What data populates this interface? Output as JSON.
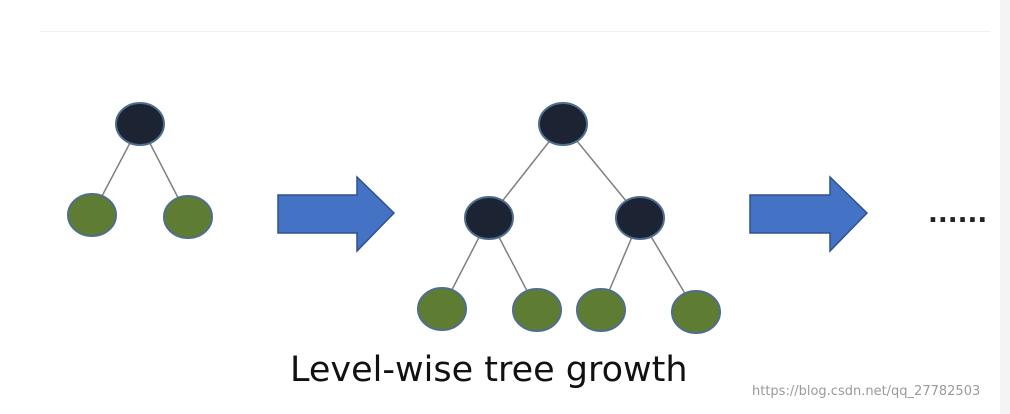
{
  "caption": "Level-wise tree growth",
  "continuation": "......",
  "watermark": "https://blog.csdn.net/qq_27782503",
  "colors": {
    "internal_node": "#1c2433",
    "leaf_node": "#5e7d32",
    "node_outline": "#4f6d8c",
    "edge": "#7f7f7f",
    "arrow_fill": "#4472c4",
    "arrow_outline": "#2f528f"
  },
  "trees": [
    {
      "name": "tree-1",
      "nodes": [
        {
          "id": "root",
          "kind": "internal"
        },
        {
          "id": "leaf-left",
          "kind": "leaf"
        },
        {
          "id": "leaf-right",
          "kind": "leaf"
        }
      ],
      "edges": [
        [
          "root",
          "leaf-left"
        ],
        [
          "root",
          "leaf-right"
        ]
      ]
    },
    {
      "name": "tree-2",
      "nodes": [
        {
          "id": "root",
          "kind": "internal"
        },
        {
          "id": "child-left",
          "kind": "internal"
        },
        {
          "id": "child-right",
          "kind": "internal"
        },
        {
          "id": "leaf-1",
          "kind": "leaf"
        },
        {
          "id": "leaf-2",
          "kind": "leaf"
        },
        {
          "id": "leaf-3",
          "kind": "leaf"
        },
        {
          "id": "leaf-4",
          "kind": "leaf"
        }
      ],
      "edges": [
        [
          "root",
          "child-left"
        ],
        [
          "root",
          "child-right"
        ],
        [
          "child-left",
          "leaf-1"
        ],
        [
          "child-left",
          "leaf-2"
        ],
        [
          "child-right",
          "leaf-3"
        ],
        [
          "child-right",
          "leaf-4"
        ]
      ]
    }
  ]
}
